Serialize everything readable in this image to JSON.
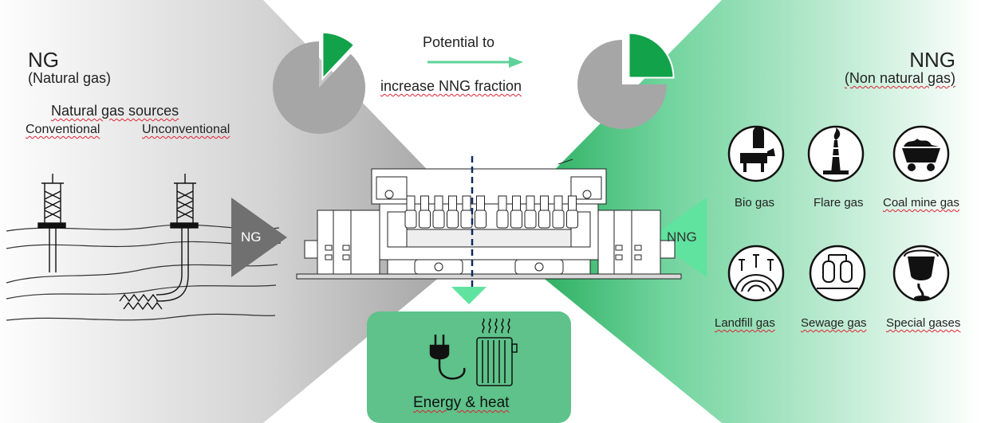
{
  "left": {
    "title": "NG",
    "subtitle": "(Natural gas)",
    "sources_heading": "Natural gas sources",
    "conventional": "Conventional",
    "unconventional": "Unconventional",
    "arrow_label": "NG"
  },
  "right": {
    "title": "NNG",
    "subtitle": "(Non natural gas)",
    "arrow_label": "NNG",
    "gases": [
      {
        "label": "Bio gas",
        "icon": "cow-biogas-icon"
      },
      {
        "label": "Flare gas",
        "icon": "flare-tower-icon"
      },
      {
        "label": "Coal mine gas",
        "icon": "coal-cart-icon"
      },
      {
        "label": "Landfill gas",
        "icon": "landfill-icon"
      },
      {
        "label": "Sewage gas",
        "icon": "sewage-tanks-icon"
      },
      {
        "label": "Special gases",
        "icon": "ladle-icon"
      }
    ]
  },
  "center": {
    "potential_line1": "Potential to",
    "potential_line2": "increase NNG fraction"
  },
  "pies": [
    {
      "name": "current",
      "nng_fraction": 0.12
    },
    {
      "name": "potential",
      "nng_fraction": 0.25
    }
  ],
  "output": {
    "label": "Energy & heat"
  },
  "colors": {
    "green": "#12a24a",
    "green_light": "#5fe39f",
    "pie_grey": "#a6a6a6",
    "arrow_grey": "#707070"
  }
}
